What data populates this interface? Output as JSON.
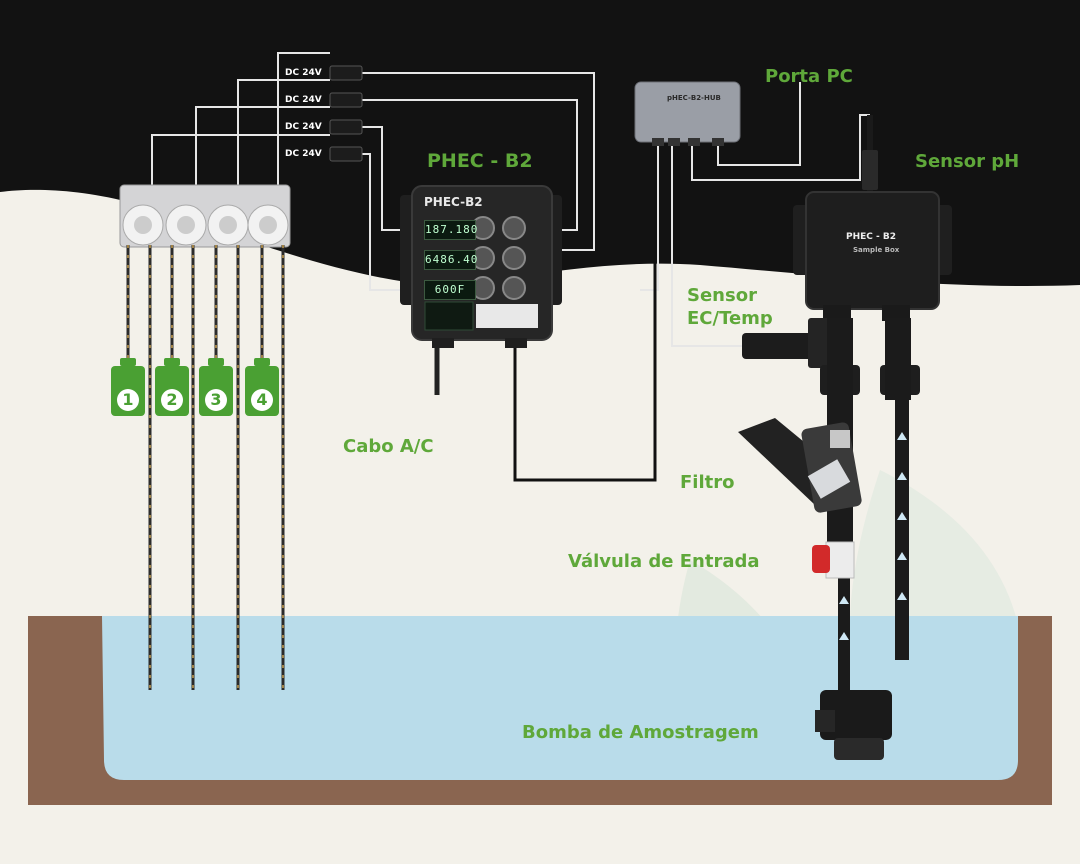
{
  "labels": {
    "phec_title": "PHEC - B2",
    "porta_pc": "Porta PC",
    "sensor_ph": "Sensor pH",
    "sensor_ec_line1": "Sensor",
    "sensor_ec_line2": "EC/Temp",
    "cabo_ac": "Cabo A/C",
    "filtro": "Filtro",
    "valvula": "Válvula de Entrada",
    "bomba": "Bomba de Amostragem"
  },
  "power_adapters": [
    "DC 24V",
    "DC 24V",
    "DC 24V",
    "DC 24V"
  ],
  "bottles": [
    "1",
    "2",
    "3",
    "4"
  ],
  "controller": {
    "brand": "PHEC-B2",
    "readings": [
      "187.180",
      "6486.40",
      "600F"
    ]
  },
  "hub": {
    "label": "pHEC-B2-HUB"
  },
  "sample_box": {
    "line1": "PHEC - B2",
    "line2": "Sample Box"
  },
  "colors": {
    "label_green": "#5fa83a",
    "bottle_green": "#4aa033",
    "water": "#b9dcea",
    "soil": "#8a6550",
    "night": "#111111"
  }
}
